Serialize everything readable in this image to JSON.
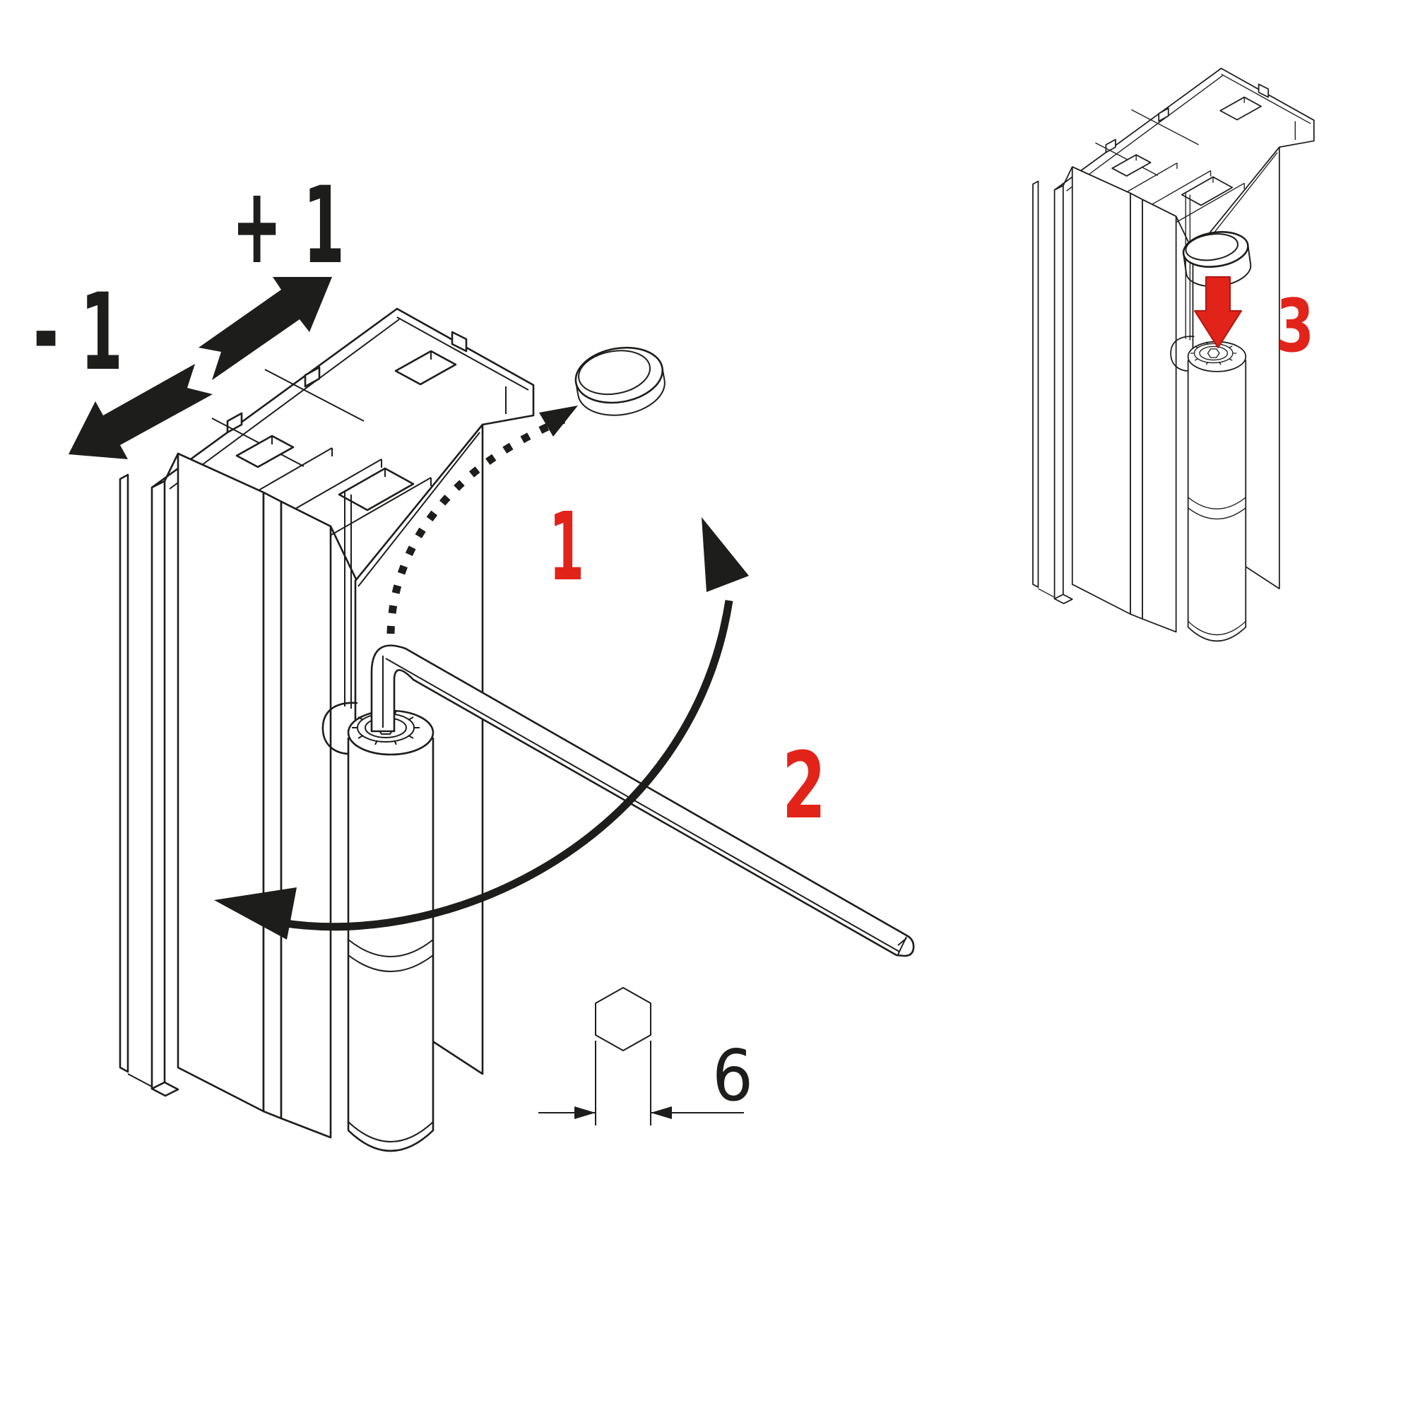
{
  "doc": {
    "type": "hinge-adjustment-instruction-diagram",
    "background": "#ffffff"
  },
  "labels": {
    "adjust_plus": "+ 1",
    "adjust_minus": "- 1",
    "step_1": "1",
    "step_2": "2",
    "step_3": "3",
    "hex_key_size": "6"
  },
  "colors": {
    "step_number_red": "#e2231a",
    "line_black": "#1d1d1b",
    "background_white": "#ffffff"
  },
  "icons": {
    "increase": "block-arrow-up-right",
    "decrease": "block-arrow-down-left",
    "remove_cap": "dotted-curved-arrow",
    "turn_key": "rotation-arc-double-arrow",
    "insert_cap": "red-down-arrow",
    "tool": "hex-allen-key-6mm"
  }
}
